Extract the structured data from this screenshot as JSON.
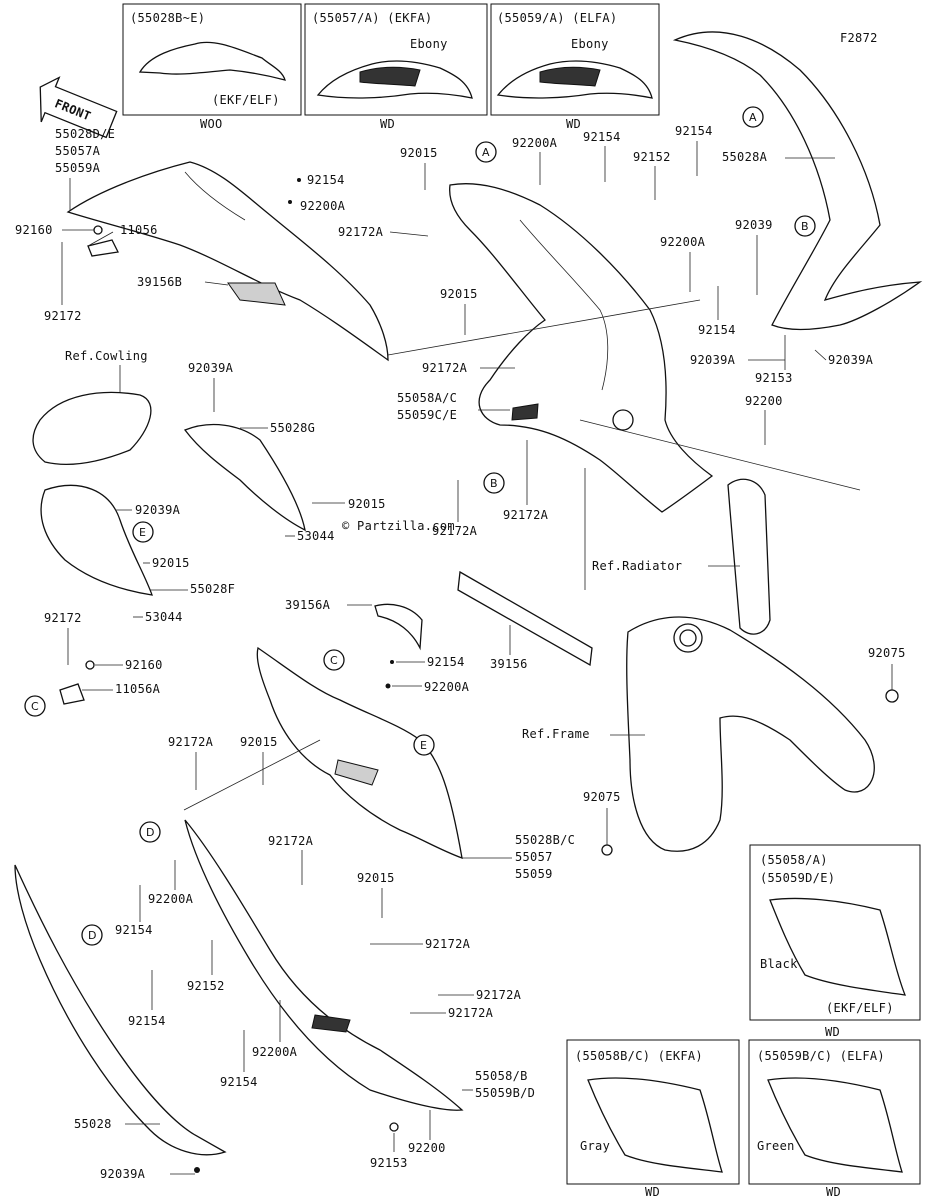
{
  "diagram_code": "F2872",
  "front_label": "FRONT",
  "watermark": "© Partzilla.com",
  "boxes": [
    {
      "header": "(55028B~E)",
      "note": "(EKF/ELF)",
      "footer": "WOO"
    },
    {
      "header": "(55057/A)  (EKFA)",
      "color": "Ebony",
      "footer": "WD"
    },
    {
      "header": "(55059/A)  (ELFA)",
      "color": "Ebony",
      "footer": "WD"
    },
    {
      "header1": "(55058/A)",
      "header2": "(55059D/E)",
      "color": "Black",
      "note": "(EKF/ELF)",
      "footer": "WD"
    },
    {
      "header": "(55058B/C)  (EKFA)",
      "color": "Gray",
      "footer": "WD"
    },
    {
      "header": "(55059B/C)  (ELFA)",
      "color": "Green",
      "footer": "WD"
    }
  ],
  "refs": {
    "cowling": "Ref.Cowling",
    "radiator": "Ref.Radiator",
    "frame": "Ref.Frame"
  },
  "callouts": [
    "A",
    "A",
    "B",
    "B",
    "C",
    "C",
    "D",
    "D",
    "E",
    "E"
  ],
  "labels": [
    "55028D/E",
    "55057A",
    "55059A",
    "92160",
    "11056",
    "92172",
    "39156B",
    "92154",
    "92200A",
    "92015",
    "92200A",
    "92154",
    "92154",
    "92152",
    "92172A",
    "92015",
    "92172A",
    "55058A/C",
    "55059C/E",
    "92172A",
    "92172A",
    "92200A",
    "92154",
    "55028A",
    "92039",
    "92039A",
    "92039A",
    "92153",
    "92200",
    "92039A",
    "55028G",
    "92015",
    "53044",
    "92039A",
    "92015",
    "55028F",
    "53044",
    "92172",
    "92160",
    "11056A",
    "39156A",
    "39156",
    "92154",
    "92200A",
    "92172A",
    "92015",
    "55028B/C",
    "55057",
    "55059",
    "92172A",
    "92015",
    "92200A",
    "92154",
    "92172A",
    "92152",
    "92154",
    "92172A",
    "92172A",
    "92200A",
    "92154",
    "55058/B",
    "55059B/D",
    "55028",
    "92039A",
    "92153",
    "92200",
    "92075",
    "92075"
  ]
}
